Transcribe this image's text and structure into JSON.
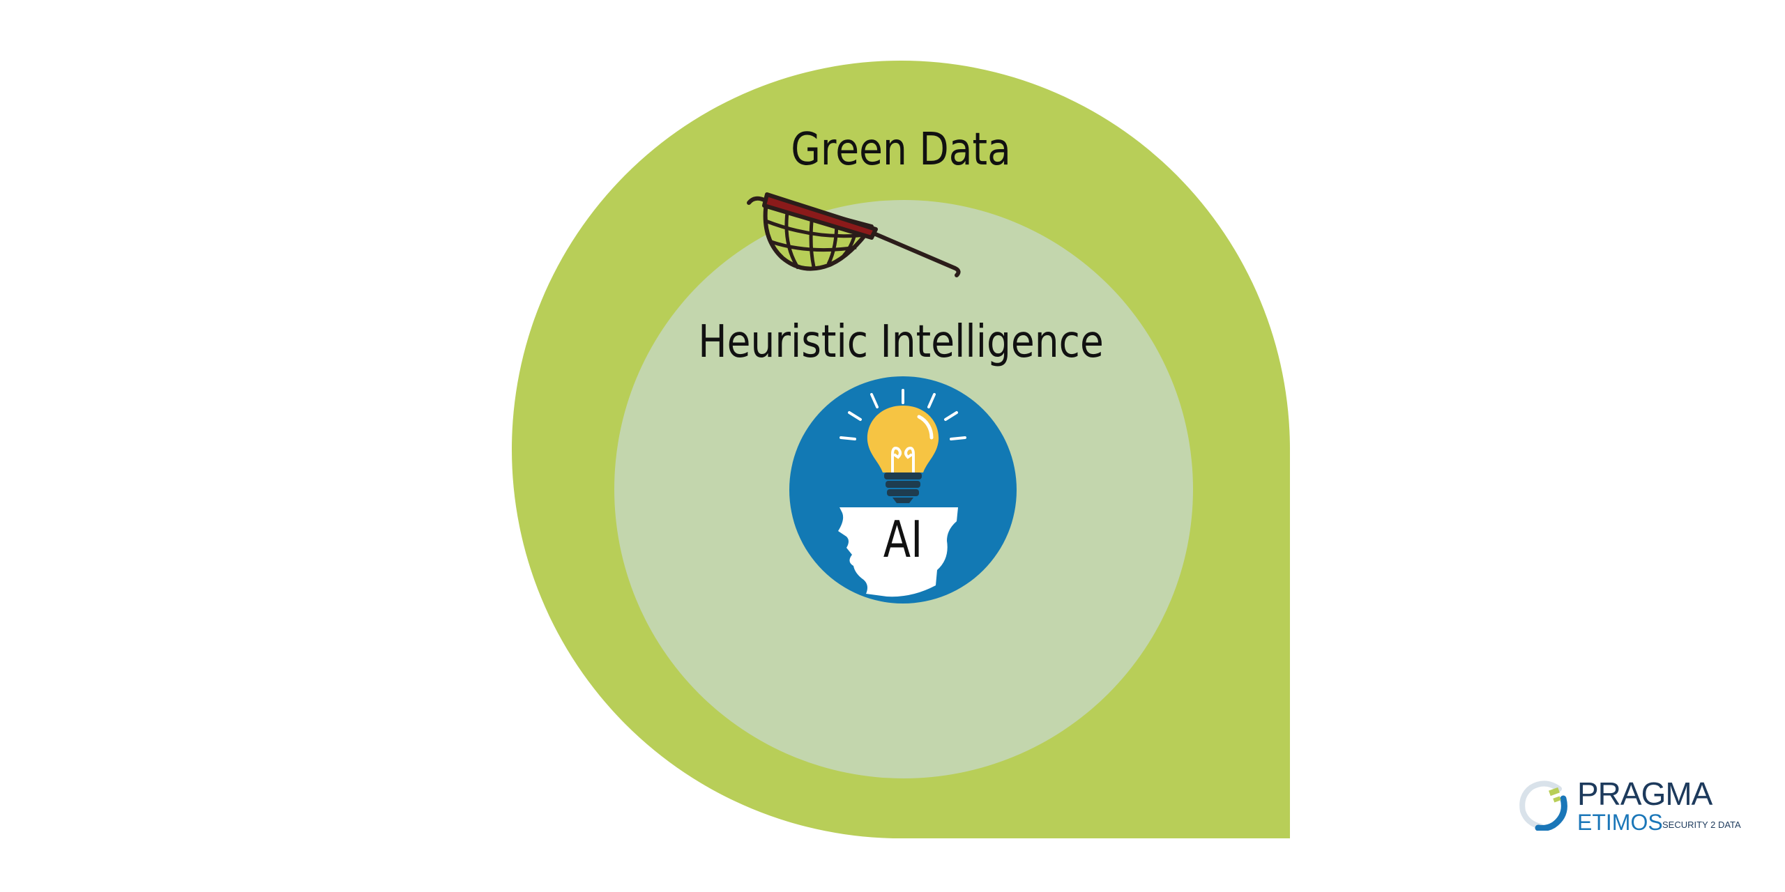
{
  "diagram": {
    "outer_label": "Green Data",
    "inner_label": "Heuristic Intelligence",
    "badge_text": "AI",
    "icons": {
      "outer": "catching-net-icon",
      "inner": "lightbulb-head-icon",
      "logo": "pragma-etimos-logo"
    },
    "colors": {
      "outer_shape": "#b8ce58",
      "inner_circle": "#c3d6ad",
      "badge": "#1279b4",
      "bulb": "#f6c443",
      "net_rim": "#8b1a1a"
    }
  },
  "logo": {
    "word_top": "PRAGMA",
    "word_bottom": "ETIMOS",
    "tagline": "SECURITY 2 DATA"
  }
}
